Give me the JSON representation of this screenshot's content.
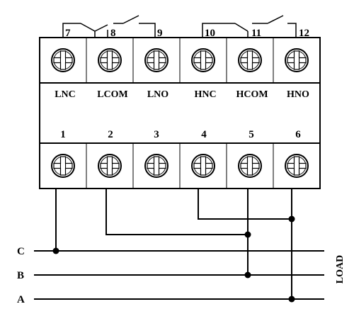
{
  "top_terminals": [
    {
      "number": "7",
      "function": "LNC"
    },
    {
      "number": "8",
      "function": "LCOM"
    },
    {
      "number": "9",
      "function": "LNO"
    },
    {
      "number": "10",
      "function": "HNC"
    },
    {
      "number": "11",
      "function": "HCOM"
    },
    {
      "number": "12",
      "function": "HNO"
    }
  ],
  "bottom_terminals": [
    {
      "number": "1"
    },
    {
      "number": "2"
    },
    {
      "number": "3"
    },
    {
      "number": "4"
    },
    {
      "number": "5"
    },
    {
      "number": "6"
    }
  ],
  "phases": [
    "C",
    "B",
    "A"
  ],
  "load_label": "LOAD",
  "colors": {
    "ink": "#000000",
    "background": "#ffffff"
  },
  "icons": {
    "terminal": "screw-terminal-icon",
    "relay": "relay-switch-icon",
    "junction": "junction-dot-icon"
  }
}
